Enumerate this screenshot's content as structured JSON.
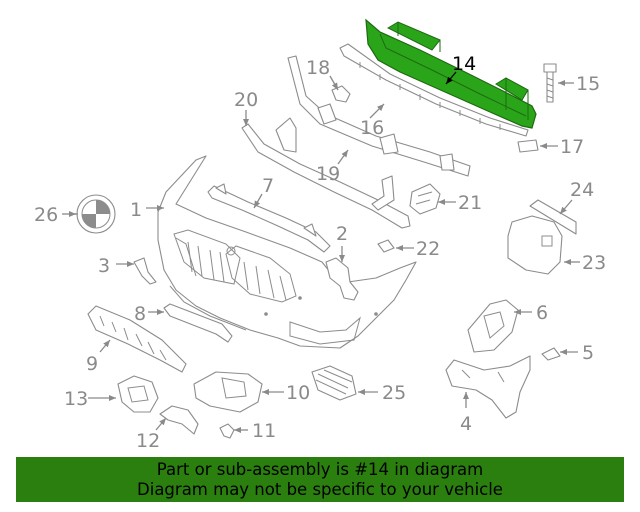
{
  "highlight_color": "#2aa51a",
  "banner_color": "#2a7f0f",
  "banner": {
    "line1": "Part or sub-assembly is #14 in diagram",
    "line2": "Diagram may not be specific to your vehicle"
  },
  "callouts": [
    {
      "id": "c1",
      "text": "1"
    },
    {
      "id": "c2",
      "text": "2"
    },
    {
      "id": "c3",
      "text": "3"
    },
    {
      "id": "c4",
      "text": "4"
    },
    {
      "id": "c5",
      "text": "5"
    },
    {
      "id": "c6",
      "text": "6"
    },
    {
      "id": "c7",
      "text": "7"
    },
    {
      "id": "c8",
      "text": "8"
    },
    {
      "id": "c9",
      "text": "9"
    },
    {
      "id": "c10",
      "text": "10"
    },
    {
      "id": "c11",
      "text": "11"
    },
    {
      "id": "c12",
      "text": "12"
    },
    {
      "id": "c13",
      "text": "13"
    },
    {
      "id": "c14",
      "text": "14"
    },
    {
      "id": "c15",
      "text": "15"
    },
    {
      "id": "c16",
      "text": "16"
    },
    {
      "id": "c17",
      "text": "17"
    },
    {
      "id": "c18",
      "text": "18"
    },
    {
      "id": "c19",
      "text": "19"
    },
    {
      "id": "c20",
      "text": "20"
    },
    {
      "id": "c21",
      "text": "21"
    },
    {
      "id": "c22",
      "text": "22"
    },
    {
      "id": "c23",
      "text": "23"
    },
    {
      "id": "c24",
      "text": "24"
    },
    {
      "id": "c25",
      "text": "25"
    },
    {
      "id": "c26",
      "text": "26"
    }
  ]
}
